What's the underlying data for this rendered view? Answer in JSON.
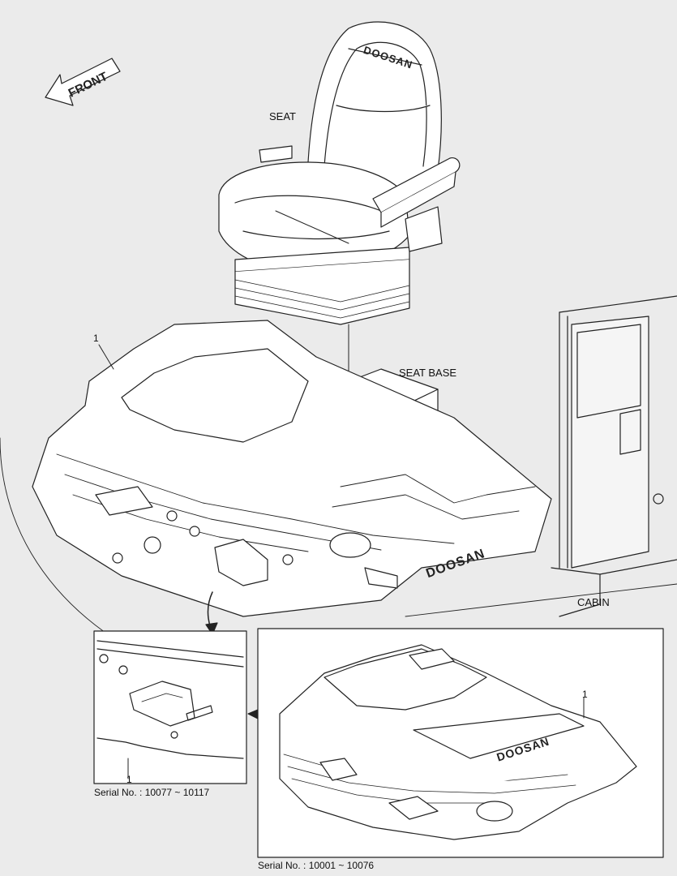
{
  "labels": {
    "front": "FRONT",
    "seat": "SEAT",
    "seat_base": "SEAT BASE",
    "cabin": "CABIN",
    "brand": "DOOSAN"
  },
  "callouts": {
    "main_mat": "1",
    "detail_left": "1",
    "detail_right": "1"
  },
  "serials": {
    "left_inset": "Serial No. : 10077 ~ 10117",
    "right_inset": "Serial No. : 10001 ~ 10076"
  }
}
